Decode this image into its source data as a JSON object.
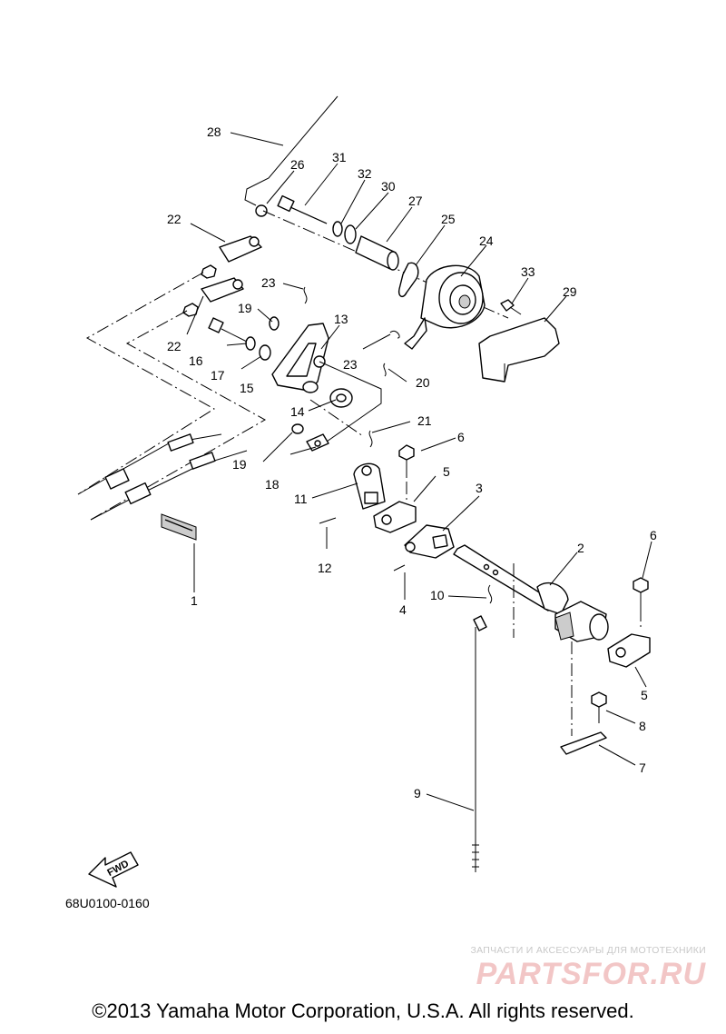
{
  "callouts": [
    {
      "id": "c1",
      "label": "1"
    },
    {
      "id": "c2",
      "label": "2"
    },
    {
      "id": "c3",
      "label": "3"
    },
    {
      "id": "c4",
      "label": "4"
    },
    {
      "id": "c5a",
      "label": "5"
    },
    {
      "id": "c5b",
      "label": "5"
    },
    {
      "id": "c6a",
      "label": "6"
    },
    {
      "id": "c6b",
      "label": "6"
    },
    {
      "id": "c7",
      "label": "7"
    },
    {
      "id": "c8",
      "label": "8"
    },
    {
      "id": "c9",
      "label": "9"
    },
    {
      "id": "c10",
      "label": "10"
    },
    {
      "id": "c11",
      "label": "11"
    },
    {
      "id": "c12",
      "label": "12"
    },
    {
      "id": "c13",
      "label": "13"
    },
    {
      "id": "c14",
      "label": "14"
    },
    {
      "id": "c15",
      "label": "15"
    },
    {
      "id": "c16",
      "label": "16"
    },
    {
      "id": "c17",
      "label": "17"
    },
    {
      "id": "c18",
      "label": "18"
    },
    {
      "id": "c19a",
      "label": "19"
    },
    {
      "id": "c19b",
      "label": "19"
    },
    {
      "id": "c20",
      "label": "20"
    },
    {
      "id": "c21",
      "label": "21"
    },
    {
      "id": "c22a",
      "label": "22"
    },
    {
      "id": "c22b",
      "label": "22"
    },
    {
      "id": "c23a",
      "label": "23"
    },
    {
      "id": "c23b",
      "label": "23"
    },
    {
      "id": "c24",
      "label": "24"
    },
    {
      "id": "c25",
      "label": "25"
    },
    {
      "id": "c26",
      "label": "26"
    },
    {
      "id": "c27",
      "label": "27"
    },
    {
      "id": "c28",
      "label": "28"
    },
    {
      "id": "c29",
      "label": "29"
    },
    {
      "id": "c30",
      "label": "30"
    },
    {
      "id": "c31",
      "label": "31"
    },
    {
      "id": "c32",
      "label": "32"
    },
    {
      "id": "c33",
      "label": "33"
    }
  ],
  "fwd_label": "FWD",
  "catalog_code": "68U0100-0160",
  "watermark": {
    "tagline": "ЗАПЧАСТИ И АКСЕССУАРЫ ДЛЯ МОТОТЕХНИКИ",
    "logo": "PARTSFOR.RU"
  },
  "copyright": "©2013 Yamaha Motor Corporation, U.S.A. All rights reserved."
}
